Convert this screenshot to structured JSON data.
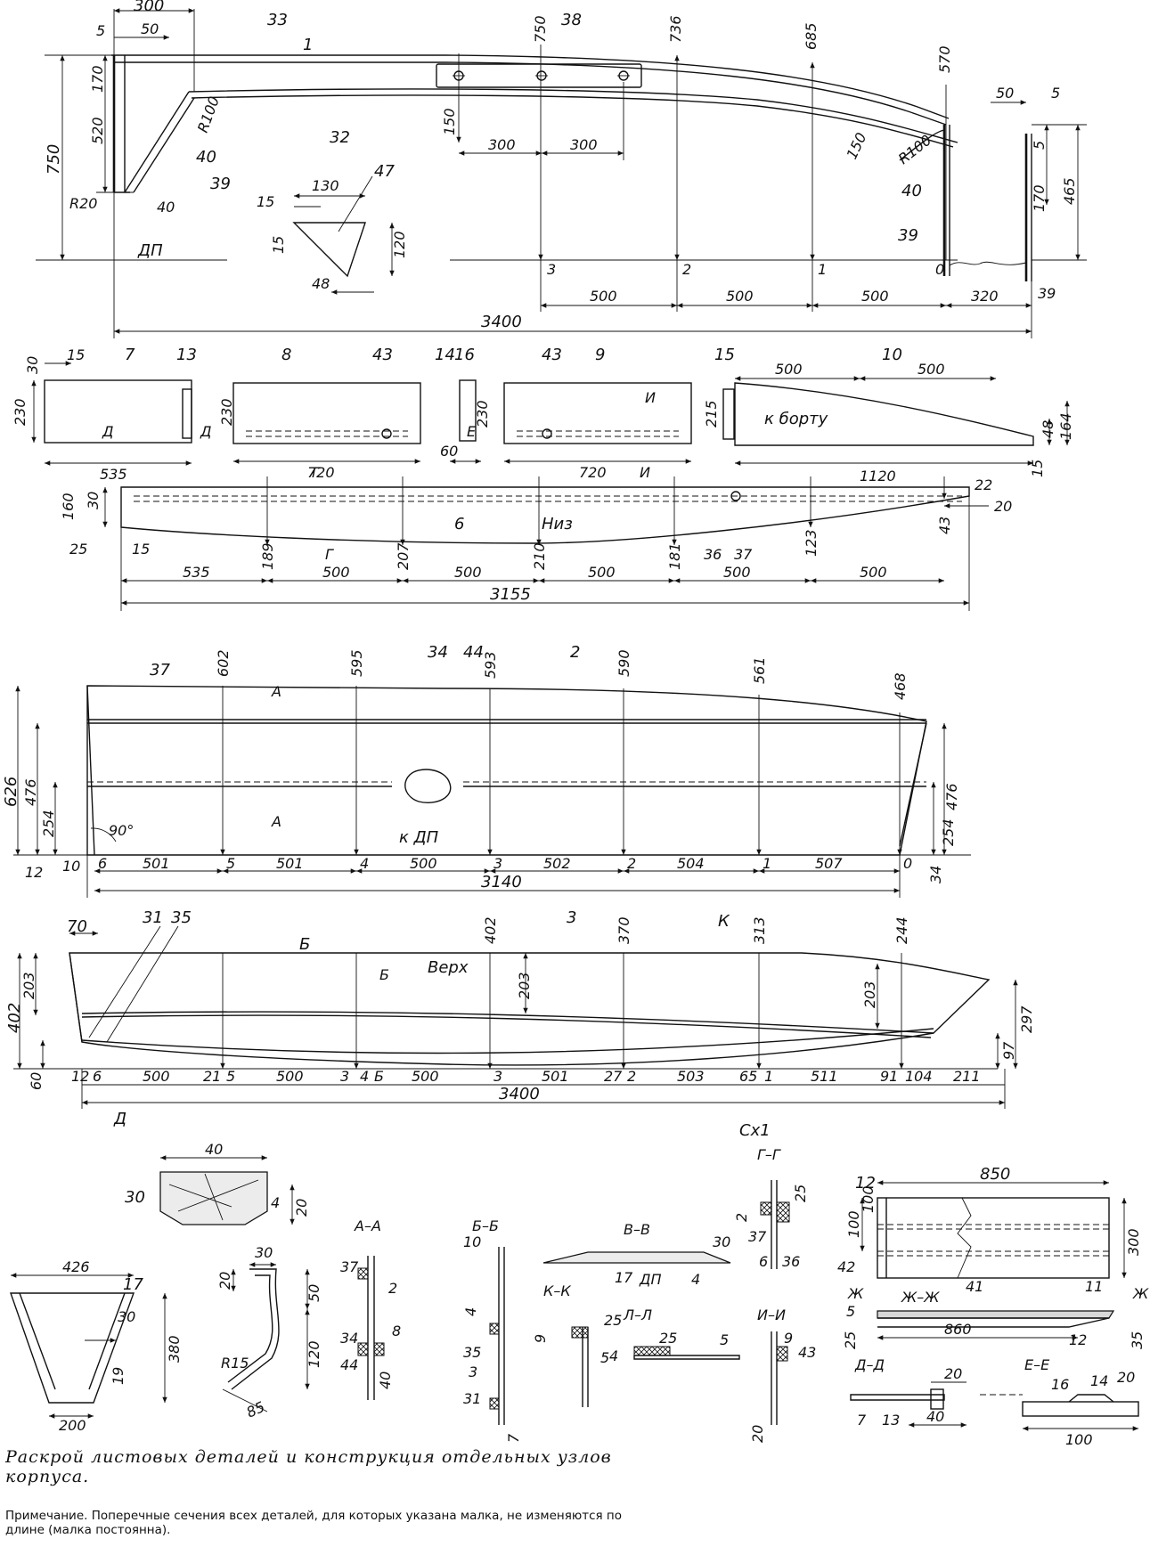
{
  "caption": {
    "line1": "Раскрой листовых деталей и конструкция отдельных узлов",
    "line2": "корпуса."
  },
  "note": "Примечание. Поперечные сечения всех деталей, для которых указана малка, не изменяются по длине (малка постоянна).",
  "labels": {
    "dp": "ДП",
    "dp2": "ДП",
    "to_board": "к борту",
    "bottom": "Низ",
    "to_dp": "к ДП",
    "top": "Верх",
    "r100_a": "R100",
    "r100_b": "R100",
    "r20": "R20",
    "r15": "R15",
    "sx1": "Сх1",
    "angle90": "90°"
  },
  "section_titles": {
    "aa": "А–А",
    "bb": "Б–Б",
    "vv": "В–В",
    "gg": "Г–Г",
    "kk": "К–К",
    "ll": "Л–Л",
    "ii": "И–И",
    "zhzh": "Ж–Ж",
    "dd": "Д–Д",
    "ee": "Е–Е"
  },
  "section_marks": {
    "a1": "А",
    "a2": "А",
    "b1": "Б",
    "b2": "Б",
    "b3": "Б",
    "g1": "Г",
    "g2": "Г",
    "d1": "Д",
    "d2": "Д",
    "d3": "Д",
    "i1": "И",
    "i2": "И",
    "e1": "Е",
    "e2": "Е",
    "k1": "К",
    "zh1": "Ж",
    "zh2": "Ж"
  },
  "keel_view": {
    "parts": [
      "33",
      "1",
      "38",
      "32",
      "40",
      "39",
      "40",
      "39"
    ],
    "dims": {
      "d300": "300",
      "d50": "50",
      "d5": "5",
      "d170": "170",
      "d520": "520",
      "d750": "750",
      "d40": "40",
      "v750": "750",
      "v150": "150",
      "h300a": "300",
      "h300b": "300",
      "v736": "736",
      "v685": "685",
      "v150b": "150",
      "v570": "570",
      "d50b": "50",
      "d5b": "5",
      "d5c": "5",
      "d170b": "170",
      "d465": "465",
      "total": "3400",
      "s500a": "500",
      "s500b": "500",
      "s500c": "500",
      "s320": "320"
    },
    "stations": [
      "3",
      "2",
      "1",
      "0"
    ]
  },
  "gusset": {
    "parts": [
      "47",
      "48"
    ],
    "dims": {
      "w130": "130",
      "h15a": "15",
      "h15b": "15",
      "h120": "120",
      "w48": "48"
    }
  },
  "plates": {
    "p7": {
      "num": "7",
      "num13": "13",
      "w": "535",
      "h": "230",
      "d30": "30",
      "d15": "15"
    },
    "p8": {
      "num": "8",
      "num43": "43",
      "w": "720",
      "h": "230"
    },
    "p14": {
      "num14": "14",
      "num16": "16",
      "w": "60",
      "h": "230"
    },
    "p9": {
      "num": "9",
      "num43": "43",
      "w": "720",
      "h": "215"
    },
    "p10": {
      "num15": "15",
      "num": "10",
      "w": "1120",
      "d500a": "500",
      "d500b": "500",
      "h48": "48",
      "h164": "164",
      "h15": "15"
    }
  },
  "part6": {
    "num": "6",
    "num36": "36",
    "num37": "37",
    "dims": {
      "h160": "160",
      "h30": "30",
      "h25": "25",
      "h15": "15",
      "v189": "189",
      "v207": "207",
      "v210": "210",
      "v181": "181",
      "v123": "123",
      "v43": "43",
      "v22": "22",
      "v20": "20",
      "s535": "535",
      "s500a": "500",
      "s500b": "500",
      "s500c": "500",
      "s500d": "500",
      "s500e": "500",
      "total": "3155"
    }
  },
  "part2": {
    "parts": [
      "37",
      "34",
      "44",
      "2"
    ],
    "dims": {
      "v602": "602",
      "v595": "595",
      "v593": "593",
      "v590": "590",
      "v561": "561",
      "v468": "468",
      "h626": "626",
      "h476": "476",
      "h254": "254",
      "h476r": "476",
      "h254r": "254",
      "s12": "12",
      "s10": "10",
      "s501a": "501",
      "s501b": "501",
      "s500": "500",
      "s502": "502",
      "s504": "504",
      "s507": "507",
      "total": "3140",
      "s34": "34"
    },
    "stations": [
      "6",
      "5",
      "4",
      "3",
      "2",
      "1",
      "0"
    ]
  },
  "part3": {
    "parts": [
      "31",
      "35",
      "3"
    ],
    "dims": {
      "d70": "70",
      "v402": "402",
      "v370": "370",
      "v313": "313",
      "v244": "244",
      "h402": "402",
      "h203": "203",
      "h203b": "203",
      "h203c": "203",
      "h297": "297",
      "h97": "97",
      "h60": "60",
      "s12": "12",
      "s500a": "500",
      "s21": "21",
      "s500b": "500",
      "s3": "3",
      "s4": "4",
      "s500c": "500",
      "s501": "501",
      "s27": "27",
      "s503": "503",
      "s65": "65",
      "s511": "511",
      "s91": "91",
      "s104": "104",
      "s211": "211",
      "total": "3400"
    },
    "stations": [
      "6",
      "5",
      "4",
      "3",
      "2",
      "1"
    ]
  },
  "details": {
    "part30": {
      "num": "30",
      "w40": "40",
      "h20": "20",
      "d4": "4"
    },
    "part17": {
      "num": "17",
      "w426": "426",
      "h380": "380",
      "d30": "30",
      "d19": "19",
      "w200": "200"
    },
    "bracket": {
      "d30": "30",
      "d20": "20",
      "d50": "50",
      "d120": "120",
      "d85": "85"
    },
    "sec_aa": {
      "p37": "37",
      "p2": "2",
      "p34": "34",
      "p44": "44",
      "d8": "8",
      "d40": "40"
    },
    "sec_bb": {
      "d10": "10",
      "d4": "4",
      "p35": "35",
      "p3": "3",
      "p31": "31",
      "d7": "7"
    },
    "sec_vv": {
      "d30": "30",
      "p17": "17",
      "p4": "4"
    },
    "sec_gg": {
      "d25": "25",
      "d2": "2",
      "p37": "37",
      "p6": "6",
      "p36": "36"
    },
    "sec_kk": {
      "d9": "9",
      "d25": "25",
      "p5": "5"
    },
    "sec_ll": {
      "d25": "25",
      "p5": "5",
      "d4": "4"
    },
    "sec_ii": {
      "d9": "9",
      "p43": "43",
      "d20": "20"
    },
    "part12": {
      "num": "12",
      "w850": "850",
      "d100a": "100",
      "d100b": "100",
      "h300": "300",
      "p42": "42",
      "p41": "41",
      "p11": "11",
      "d5": "5",
      "d25": "25",
      "w860": "860",
      "p12b": "12",
      "d35": "35"
    },
    "sec_dd": {
      "d20": "20",
      "p7": "7",
      "p13": "13",
      "d40": "40"
    },
    "sec_ee": {
      "p16": "16",
      "p14": "14",
      "d20": "20",
      "d100": "100"
    }
  }
}
